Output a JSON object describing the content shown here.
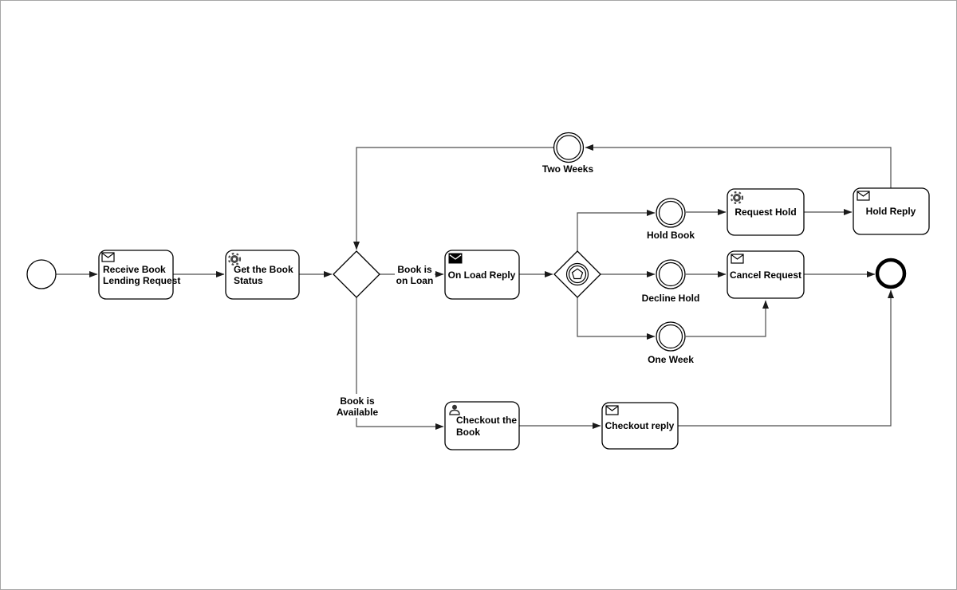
{
  "diagram": {
    "kind": "BPMN process diagram",
    "background_color": "#ffffff",
    "border_color": "#a6a6a6",
    "shape_stroke_color": "#000000",
    "flow_stroke_color": "#4d4d4d"
  },
  "nodes": {
    "start_event": {
      "type": "start-event",
      "label": ""
    },
    "receive_book": {
      "type": "receive-task",
      "line1": "Receive Book",
      "line2": "Lending Request",
      "icon": "message-icon"
    },
    "get_status": {
      "type": "service-task",
      "line1": "Get the Book",
      "line2": "Status",
      "icon": "service-gear-icon"
    },
    "exclusive_gateway": {
      "type": "exclusive-gateway"
    },
    "on_load_reply": {
      "type": "send-task",
      "label": "On Load Reply",
      "icon": "send-message-icon"
    },
    "event_gateway": {
      "type": "event-based-gateway",
      "icon": "pentagon-in-circle-icon"
    },
    "hold_book": {
      "type": "intermediate-catch-event",
      "label": "Hold Book"
    },
    "decline_hold": {
      "type": "intermediate-catch-event",
      "label": "Decline Hold"
    },
    "one_week": {
      "type": "intermediate-catch-event",
      "label": "One Week"
    },
    "two_weeks": {
      "type": "intermediate-catch-event",
      "label": "Two Weeks"
    },
    "request_hold": {
      "type": "service-task",
      "label": "Request Hold",
      "icon": "service-gear-icon"
    },
    "hold_reply": {
      "type": "receive-task",
      "label": "Hold Reply",
      "icon": "message-icon"
    },
    "cancel_request": {
      "type": "receive-task",
      "label": "Cancel Request",
      "icon": "message-icon"
    },
    "checkout_book": {
      "type": "user-task",
      "line1": "Checkout the",
      "line2": "Book",
      "icon": "user-icon"
    },
    "checkout_reply": {
      "type": "receive-task",
      "label": "Checkout reply",
      "icon": "message-icon"
    },
    "end_event": {
      "type": "end-event",
      "label": ""
    }
  },
  "flow_labels": {
    "book_on_loan": {
      "line1": "Book is",
      "line2": "on Loan"
    },
    "book_available": {
      "line1": "Book is",
      "line2": "Available"
    }
  }
}
